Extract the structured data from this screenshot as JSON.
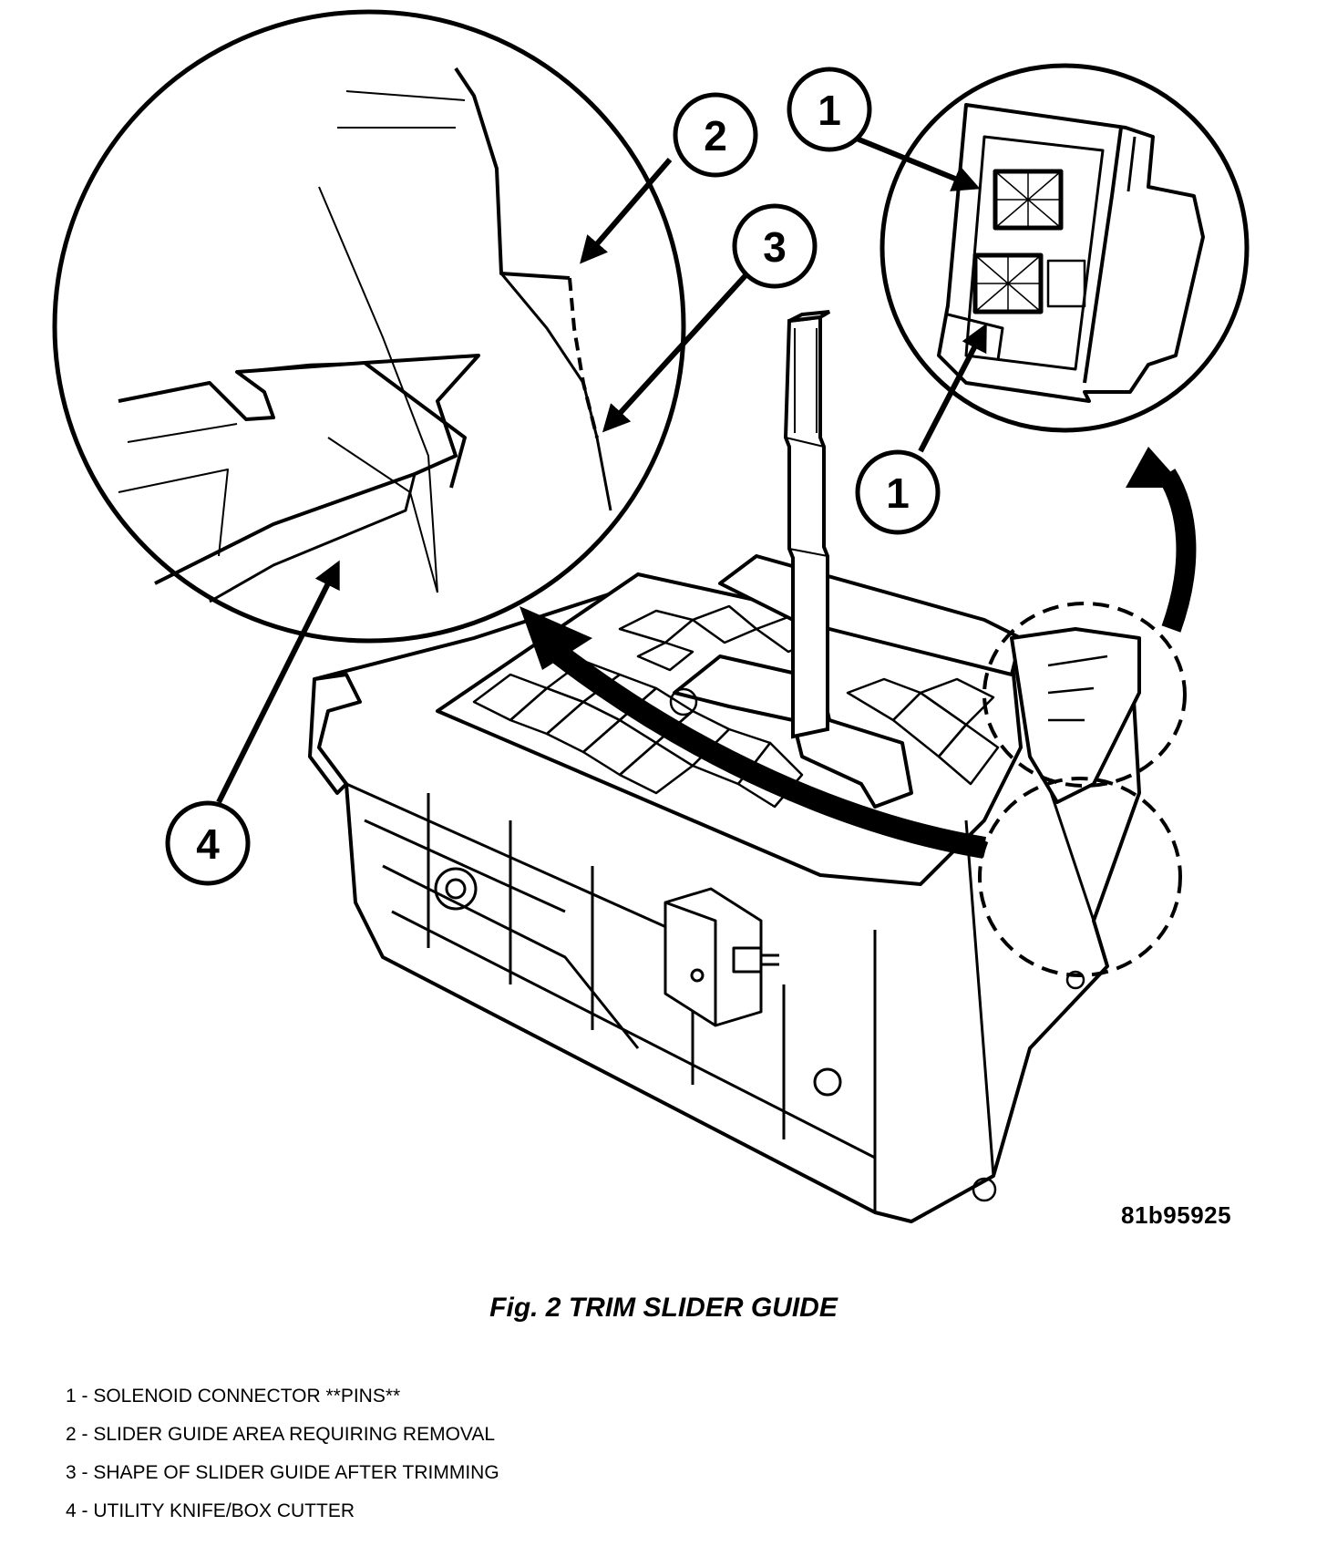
{
  "figure": {
    "id_label": "81b95925",
    "caption": "Fig. 2 TRIM SLIDER GUIDE"
  },
  "callouts": {
    "c1_top": "1",
    "c1_bottom": "1",
    "c2": "2",
    "c3": "3",
    "c4": "4"
  },
  "legend": [
    {
      "text": "1 - SOLENOID CONNECTOR **PINS**"
    },
    {
      "text": "2 - SLIDER GUIDE AREA REQUIRING REMOVAL"
    },
    {
      "text": "3 - SHAPE OF SLIDER GUIDE AFTER TRIMMING"
    },
    {
      "text": "4 - UTILITY KNIFE/BOX CUTTER"
    }
  ]
}
